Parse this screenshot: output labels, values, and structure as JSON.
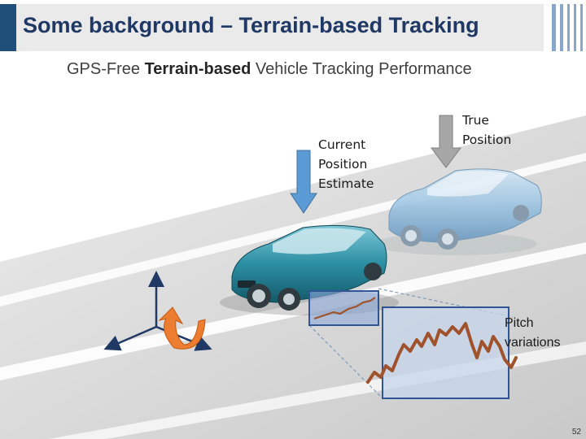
{
  "slide": {
    "title": "Some background – Terrain-based Tracking",
    "subtitle_pre": "GPS-Free ",
    "subtitle_bold": "Terrain-based",
    "subtitle_post": " Vehicle Tracking Performance",
    "page_number": "52"
  },
  "labels": {
    "current_line1": "Current",
    "current_line2": "Position",
    "current_line3": "Estimate",
    "true_line1": "True",
    "true_line2": "Position",
    "pitch_line1": "Pitch",
    "pitch_line2": "variations"
  },
  "colors": {
    "title_accent": "#1f4e79",
    "current_arrow": "#5b9bd5",
    "true_arrow": "#a6a6a6",
    "car_front": "#2c8fa3",
    "car_back": "#8fc0e0",
    "pitch_signal": "#a0522d",
    "rotation_arrow": "#ed7d31"
  },
  "icons": {
    "current_arrow": "down-arrow-icon",
    "true_arrow": "down-arrow-icon",
    "rotation": "curved-rotation-arrow-icon"
  }
}
